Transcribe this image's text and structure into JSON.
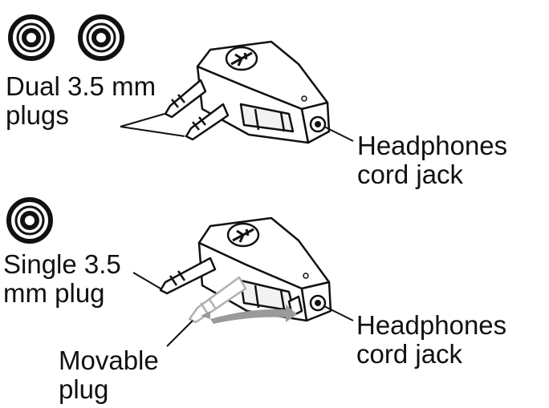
{
  "adapter_dual": {
    "plug_label": [
      "Dual 3.5 mm",
      "plugs"
    ],
    "jack_label": [
      "Headphones",
      "cord jack"
    ],
    "plug_icon": "dual-ring-plug-icon",
    "airplane_icon": "airplane-icon"
  },
  "adapter_single": {
    "plug_label": [
      "Single 3.5",
      "mm plug"
    ],
    "movable_label": [
      "Movable",
      "plug"
    ],
    "jack_label": [
      "Headphones",
      "cord jack"
    ],
    "plug_icon": "single-ring-plug-icon",
    "airplane_icon": "airplane-icon"
  },
  "colors": {
    "line": "#111111",
    "fill": "#ffffff",
    "arrow": "#9a9a9a",
    "ghost_plug": "#b0b0b0"
  }
}
